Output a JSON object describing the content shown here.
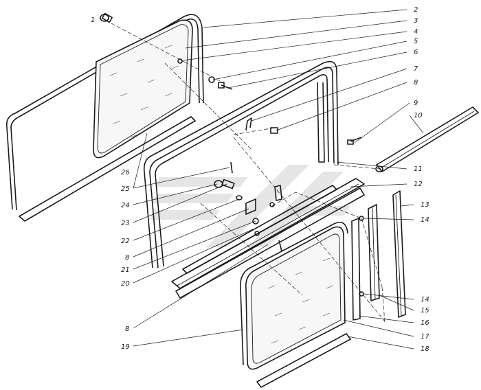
{
  "callouts": [
    {
      "id": "c1",
      "text": "1"
    },
    {
      "id": "c2",
      "text": "2"
    },
    {
      "id": "c3",
      "text": "3"
    },
    {
      "id": "c4",
      "text": "4"
    },
    {
      "id": "c5",
      "text": "5"
    },
    {
      "id": "c6",
      "text": "6"
    },
    {
      "id": "c7",
      "text": "7"
    },
    {
      "id": "c8a",
      "text": "8"
    },
    {
      "id": "c9",
      "text": "9"
    },
    {
      "id": "c10",
      "text": "10"
    },
    {
      "id": "c11",
      "text": "11"
    },
    {
      "id": "c12",
      "text": "12"
    },
    {
      "id": "c13",
      "text": "13"
    },
    {
      "id": "c14a",
      "text": "14"
    },
    {
      "id": "c14b",
      "text": "14"
    },
    {
      "id": "c15",
      "text": "15"
    },
    {
      "id": "c16",
      "text": "16"
    },
    {
      "id": "c17",
      "text": "17"
    },
    {
      "id": "c18",
      "text": "18"
    },
    {
      "id": "c19",
      "text": "19"
    },
    {
      "id": "c8b",
      "text": "8"
    },
    {
      "id": "c20",
      "text": "20"
    },
    {
      "id": "c21",
      "text": "21"
    },
    {
      "id": "c8c",
      "text": "8"
    },
    {
      "id": "c22",
      "text": "22"
    },
    {
      "id": "c23",
      "text": "23"
    },
    {
      "id": "c24",
      "text": "24"
    },
    {
      "id": "c25",
      "text": "25"
    },
    {
      "id": "c26",
      "text": "26"
    }
  ],
  "colors": {
    "ink": "#1a1a1a",
    "watermark": "#d0d0d0",
    "glass": "#f7f7f7"
  }
}
